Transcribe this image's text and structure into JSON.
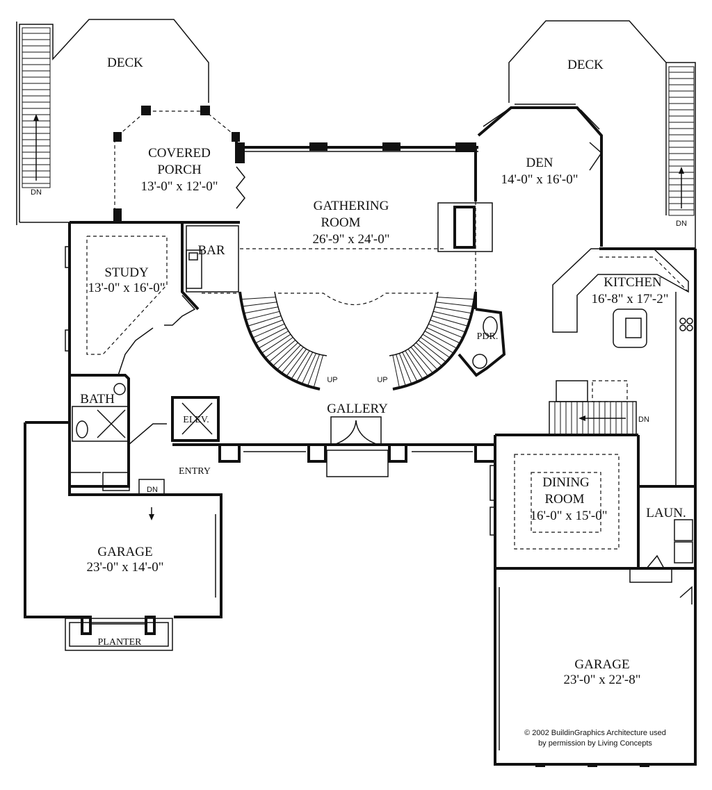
{
  "rooms": {
    "deck_left": {
      "name": "DECK"
    },
    "deck_right": {
      "name": "DECK"
    },
    "covered_porch": {
      "name_line1": "COVERED",
      "name_line2": "PORCH",
      "size": "13'-0\" x 12'-0\""
    },
    "den": {
      "name": "DEN",
      "size": "14'-0\" x 16'-0\""
    },
    "gathering_room": {
      "name_line1": "GATHERING",
      "name_line2": "ROOM",
      "size": "26'-9\" x 24'-0\""
    },
    "study": {
      "name": "STUDY",
      "size": "13'-0\" x 16'-0\""
    },
    "bar": {
      "name": "BAR"
    },
    "kitchen": {
      "name": "KITCHEN",
      "size": "16'-8\" x 17'-2\""
    },
    "pdr": {
      "name": "PDR."
    },
    "bath": {
      "name": "BATH"
    },
    "elev": {
      "name": "ELEV."
    },
    "gallery": {
      "name": "GALLERY"
    },
    "entry": {
      "name": "ENTRY"
    },
    "dining_room": {
      "name_line1": "DINING",
      "name_line2": "ROOM",
      "size": "16'-0\" x 15'-0\""
    },
    "laundry": {
      "name": "LAUN."
    },
    "garage_left": {
      "name": "GARAGE",
      "size": "23'-0\" x 14'-0\""
    },
    "garage_right": {
      "name": "GARAGE",
      "size": "23'-0\" x 22'-8\""
    },
    "planter": {
      "name": "PLANTER"
    }
  },
  "stair_labels": {
    "dn": "DN",
    "up": "UP"
  },
  "copyright": {
    "line1": "© 2002 BuildinGraphics Architecture used",
    "line2": "by permission by Living Concepts"
  }
}
